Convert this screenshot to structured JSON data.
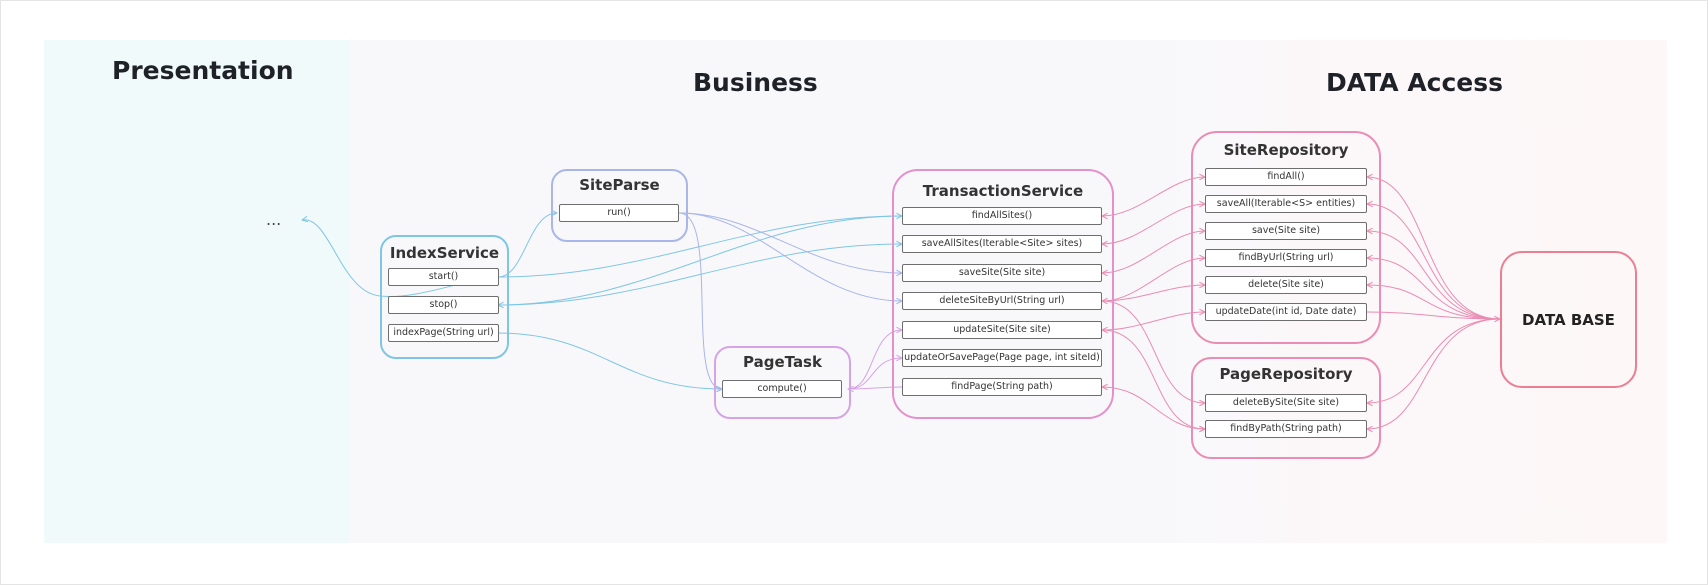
{
  "layers": {
    "presentation": "Presentation",
    "business": "Business",
    "data_access": "DATA Access"
  },
  "ellipsis": "...",
  "components": {
    "index_service": {
      "title": "IndexService",
      "methods": [
        "start()",
        "stop()",
        "indexPage(String url)"
      ]
    },
    "site_parse": {
      "title": "SiteParse",
      "methods": [
        "run()"
      ]
    },
    "page_task": {
      "title": "PageTask",
      "methods": [
        "compute()"
      ]
    },
    "transaction_service": {
      "title": "TransactionService",
      "methods": [
        "findAllSites()",
        "saveAllSites(Iterable<Site> sites)",
        "saveSite(Site site)",
        "deleteSiteByUrl(String url)",
        "updateSite(Site site)",
        "updateOrSavePage(Page page, int siteId)",
        "findPage(String path)"
      ]
    },
    "site_repository": {
      "title": "SiteRepository",
      "methods": [
        "findAll()",
        "saveAll(Iterable<S> entities)",
        "save(Site site)",
        "findByUrl(String url)",
        "delete(Site site)",
        "updateDate(int id, Date date)"
      ]
    },
    "page_repository": {
      "title": "PageRepository",
      "methods": [
        "deleteBySite(Site site)",
        "findByPath(String path)"
      ]
    },
    "database": {
      "title": "DATA BASE"
    }
  },
  "colors": {
    "presentation_panel": "#f0fafa",
    "business_panel": "#f8f8fb",
    "data_panel": "#fdf7f7",
    "index_service": "#7fc6e4",
    "site_parse": "#a8b6ea",
    "page_task": "#d6a4e6",
    "transaction_service": "#e390cc",
    "repositories": "#ea8cb3",
    "database": "#ea7f92"
  },
  "connections": [
    {
      "from": "index_service.start()",
      "to": "ellipsis"
    },
    {
      "from": "index_service.start()",
      "to": "site_parse.run()"
    },
    {
      "from": "index_service.start()",
      "to": "transaction_service.findAllSites()"
    },
    {
      "from": "index_service.stop()",
      "to": "transaction_service.findAllSites()"
    },
    {
      "from": "index_service.stop()",
      "to": "transaction_service.saveAllSites(Iterable<Site> sites)"
    },
    {
      "from": "index_service.indexPage(String url)",
      "to": "page_task.compute()"
    },
    {
      "from": "site_parse.run()",
      "to": "transaction_service.saveSite(Site site)"
    },
    {
      "from": "site_parse.run()",
      "to": "transaction_service.deleteSiteByUrl(String url)"
    },
    {
      "from": "site_parse.run()",
      "to": "page_task.compute()"
    },
    {
      "from": "page_task.compute()",
      "to": "transaction_service.updateSite(Site site)"
    },
    {
      "from": "page_task.compute()",
      "to": "transaction_service.updateOrSavePage(Page page, int siteId)"
    },
    {
      "from": "page_task.compute()",
      "to": "transaction_service.findPage(String path)"
    },
    {
      "from": "transaction_service.findAllSites()",
      "to": "site_repository.findAll()"
    },
    {
      "from": "transaction_service.saveAllSites(Iterable<Site> sites)",
      "to": "site_repository.saveAll(Iterable<S> entities)"
    },
    {
      "from": "transaction_service.saveSite(Site site)",
      "to": "site_repository.save(Site site)"
    },
    {
      "from": "transaction_service.deleteSiteByUrl(String url)",
      "to": "site_repository.findByUrl(String url)"
    },
    {
      "from": "transaction_service.deleteSiteByUrl(String url)",
      "to": "site_repository.delete(Site site)"
    },
    {
      "from": "transaction_service.deleteSiteByUrl(String url)",
      "to": "page_repository.deleteBySite(Site site)"
    },
    {
      "from": "transaction_service.updateSite(Site site)",
      "to": "site_repository.updateDate(int id, Date date)"
    },
    {
      "from": "transaction_service.updateOrSavePage(Page page, int siteId)",
      "to": "page_repository.findByPath(String path)"
    },
    {
      "from": "transaction_service.findPage(String path)",
      "to": "page_repository.findByPath(String path)"
    },
    {
      "from": "site_repository",
      "to": "database"
    },
    {
      "from": "page_repository",
      "to": "database"
    }
  ]
}
